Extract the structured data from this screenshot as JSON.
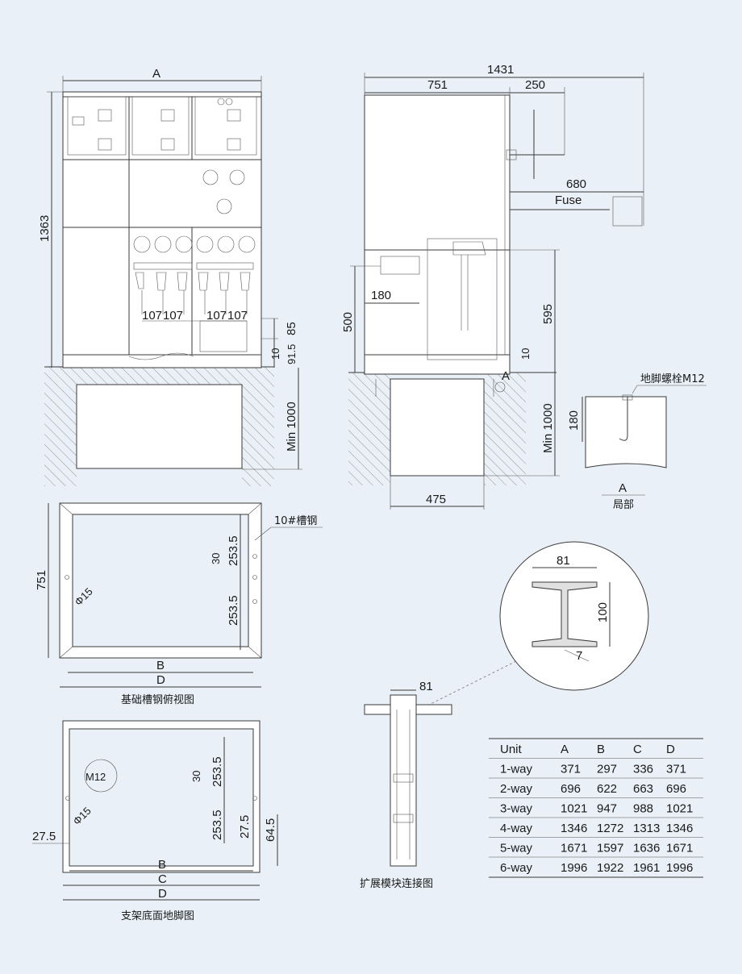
{
  "front_view": {
    "width_label": "A",
    "height_label": "1363",
    "pitch_1": "107",
    "pitch_2": "107",
    "pitch_3": "107",
    "pitch_4": "107",
    "dim_85": "85",
    "dim_10": "10",
    "dim_91_5": "91.5",
    "foundation_depth": "Min 1000"
  },
  "side_view": {
    "overall_depth": "1431",
    "cabinet_depth": "751",
    "handle_depth": "250",
    "fuse_depth": "680",
    "fuse_label": "Fuse",
    "dim_500": "500",
    "dim_180": "180",
    "dim_595": "595",
    "dim_10": "10",
    "detail_marker": "A",
    "foundation_depth": "Min 1000",
    "pit_width": "475"
  },
  "detail_a": {
    "bolt_label": "地脚螺栓M12",
    "dim_180": "180",
    "marker": "A",
    "caption": "局部"
  },
  "channel_top_view": {
    "depth": "751",
    "channel_label": "10#槽钢",
    "dim_30": "30",
    "dim_253_5_a": "253.5",
    "dim_253_5_b": "253.5",
    "hole_label": "Φ15",
    "inner_label": "B",
    "outer_label": "D",
    "caption": "基础槽钢俯视图"
  },
  "beam_detail": {
    "width": "81",
    "height": "100",
    "web": "7"
  },
  "frame_bottom_view": {
    "bolt_label": "M12",
    "hole_label": "Φ15",
    "dim_30": "30",
    "dim_253_5_a": "253.5",
    "dim_253_5_b": "253.5",
    "dim_27_5_left": "27.5",
    "dim_27_5_right": "27.5",
    "dim_64_5": "64.5",
    "label_b": "B",
    "label_c": "C",
    "label_d": "D",
    "caption": "支架底面地脚图"
  },
  "extension_view": {
    "width": "81",
    "caption": "扩展模块连接图"
  },
  "table": {
    "headers": [
      "Unit",
      "A",
      "B",
      "C",
      "D"
    ],
    "rows": [
      [
        "1-way",
        "371",
        "297",
        "336",
        "371"
      ],
      [
        "2-way",
        "696",
        "622",
        "663",
        "696"
      ],
      [
        "3-way",
        "1021",
        "947",
        "988",
        "1021"
      ],
      [
        "4-way",
        "1346",
        "1272",
        "1313",
        "1346"
      ],
      [
        "5-way",
        "1671",
        "1597",
        "1636",
        "1671"
      ],
      [
        "6-way",
        "1996",
        "1922",
        "1961",
        "1996"
      ]
    ]
  },
  "colors": {
    "background": "#e9f0f7",
    "line": "#3a3a3a",
    "text": "#1a1a1a"
  }
}
